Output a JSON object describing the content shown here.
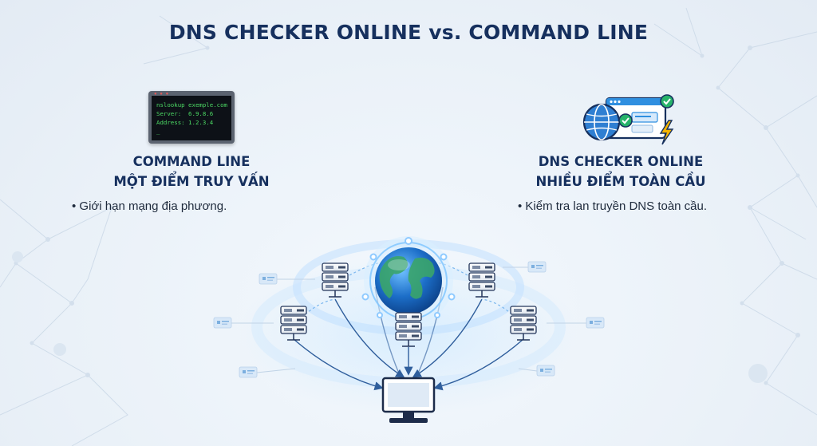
{
  "title": "DNS CHECKER ONLINE vs. COMMAND LINE",
  "terminal": {
    "lines": [
      "nslookup exemple.com",
      "Server:  6.9.8.6",
      "Address: 1.2.3.4",
      "_"
    ]
  },
  "left": {
    "heading_line1": "COMMAND LINE",
    "heading_line2": "MỘT ĐIỂM TRUY VẤN",
    "bullet": "• Giới hạn mạng địa phương."
  },
  "right": {
    "heading_line1": "DNS CHECKER ONLINE",
    "heading_line2": "NHIỀU ĐIỂM TOÀN CẦU",
    "bullet": "• Kiểm tra lan truyền DNS toàn cầu."
  },
  "colors": {
    "title": "#16305e",
    "accent_blue": "#2f8fe0",
    "terminal_text": "#4cd964",
    "check_green": "#27b36a",
    "bolt_yellow": "#f5b400"
  },
  "icons": [
    "terminal-icon",
    "globe-browser-icon",
    "check-icon",
    "lightning-icon",
    "globe-icon",
    "server-icon",
    "monitor-icon"
  ]
}
